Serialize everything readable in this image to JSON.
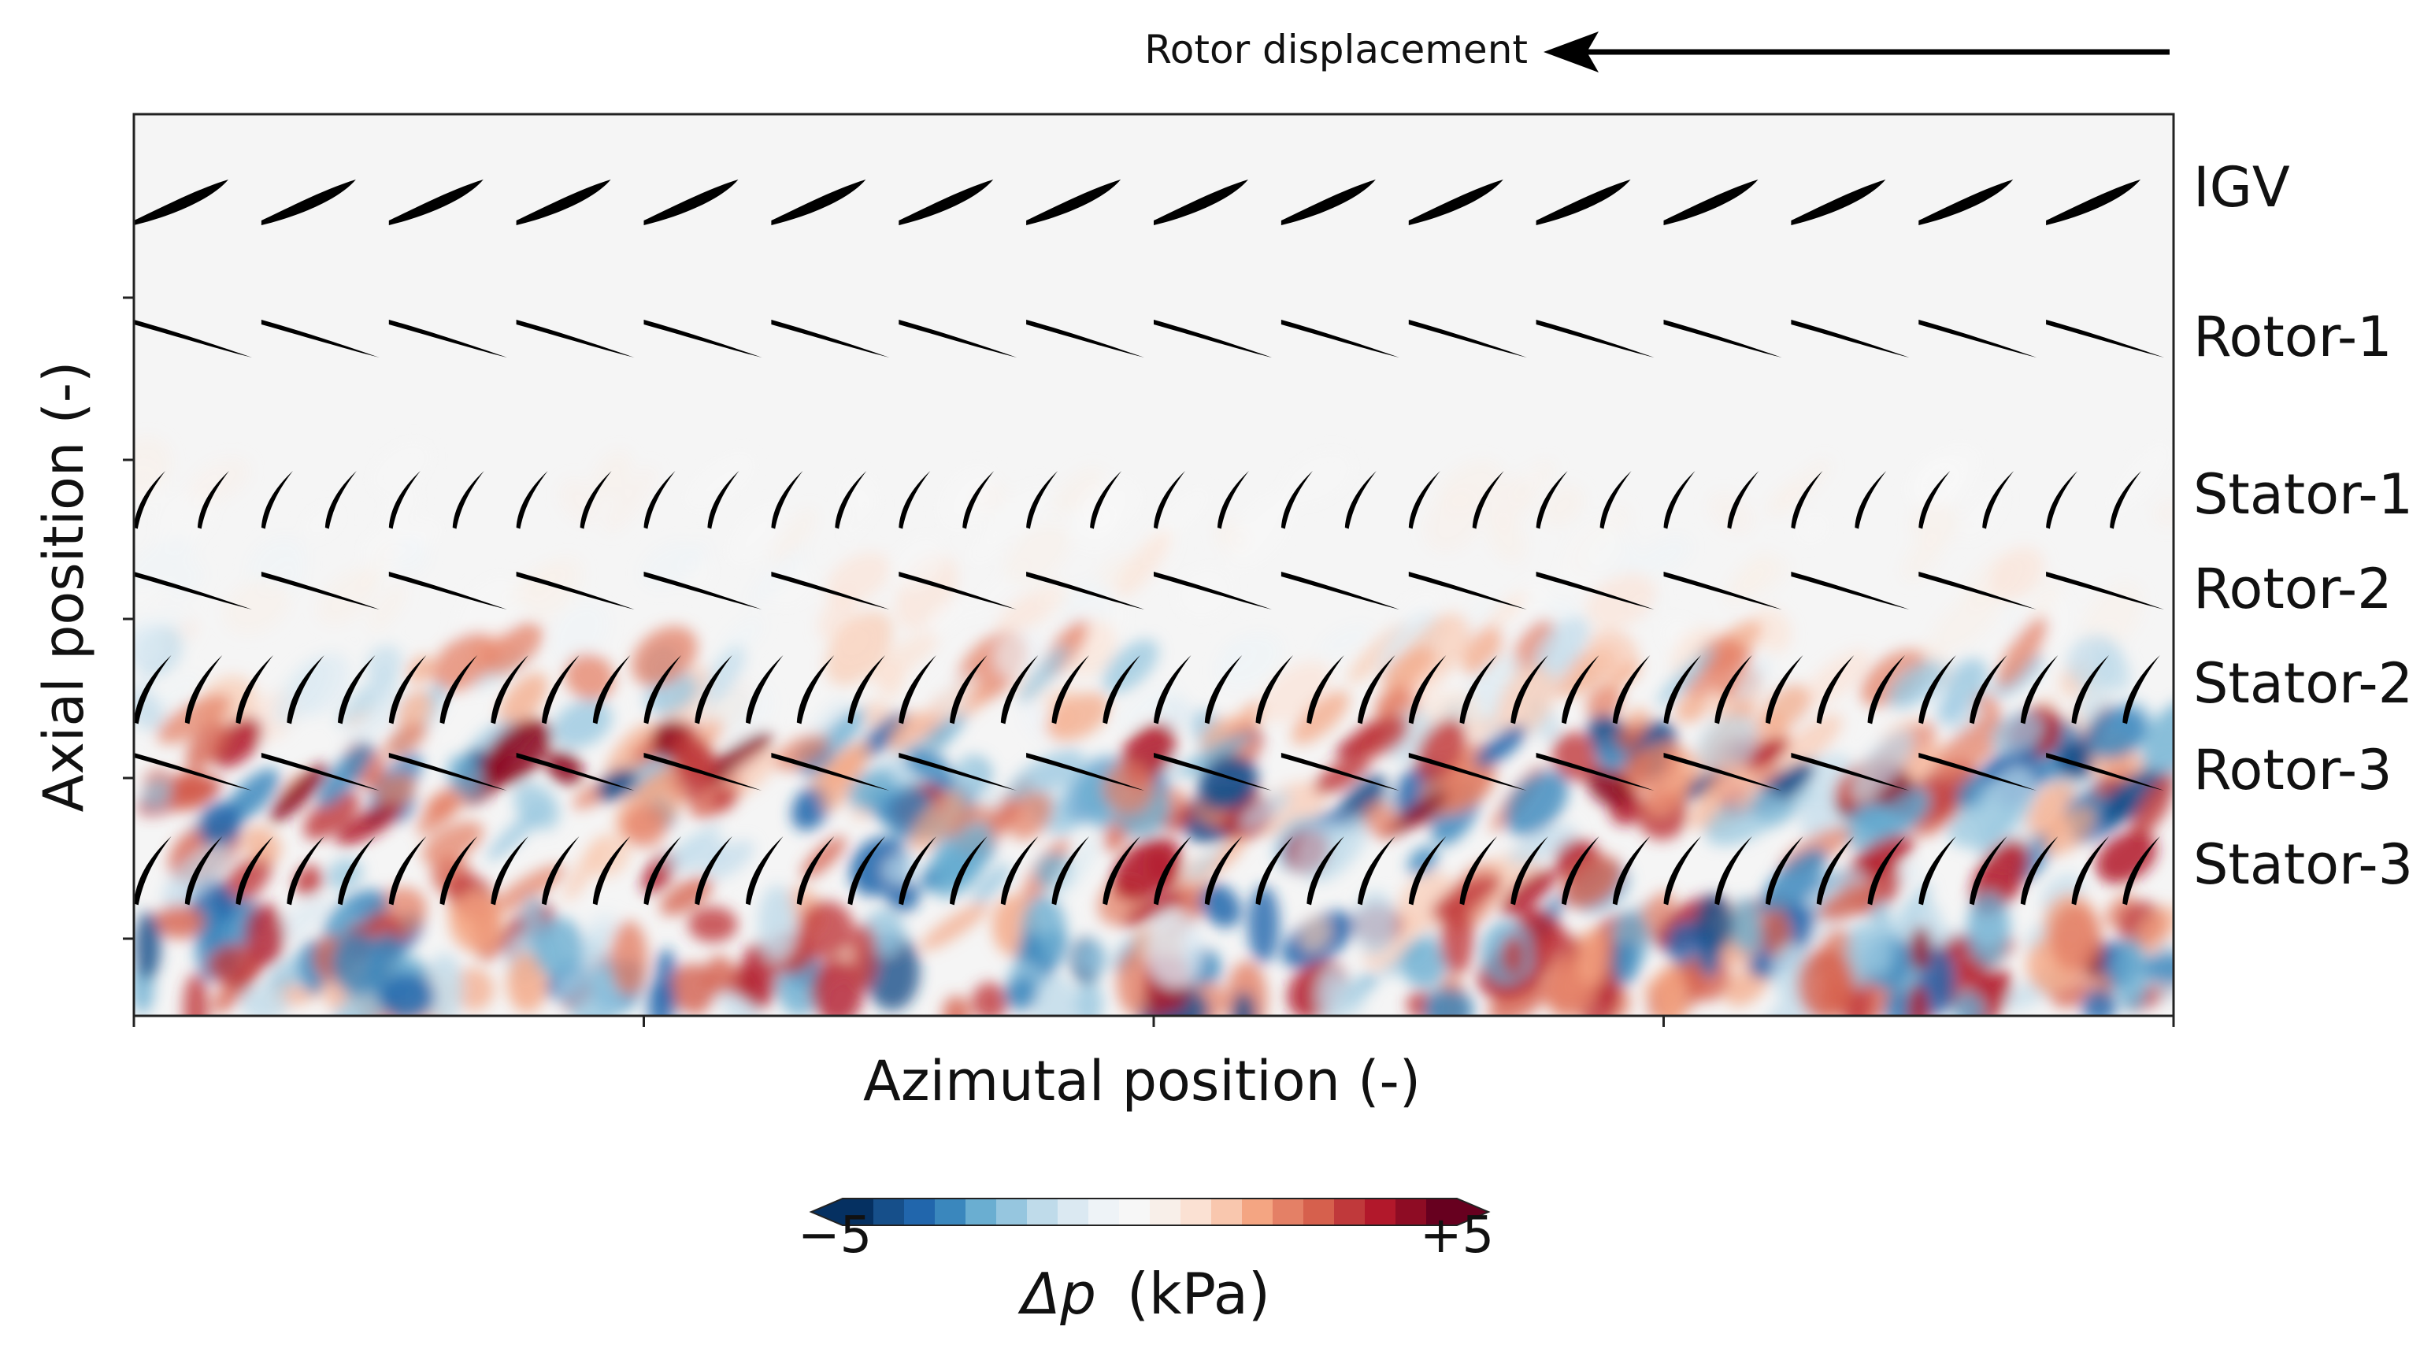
{
  "chart_data": {
    "type": "heatmap",
    "title": "",
    "xlabel": "Azimutal position (-)",
    "ylabel": "Axial position (-)",
    "annotation": "Rotor displacement",
    "annotation_direction": "left",
    "rows": [
      {
        "name": "IGV",
        "blades": 16,
        "kind": "igv",
        "fluct_level": 0.0
      },
      {
        "name": "Rotor-1",
        "blades": 16,
        "kind": "rotor",
        "fluct_level": 0.0
      },
      {
        "name": "Stator-1",
        "blades": 32,
        "kind": "stator",
        "fluct_level": 0.05
      },
      {
        "name": "Rotor-2",
        "blades": 16,
        "kind": "rotor",
        "fluct_level": 0.15
      },
      {
        "name": "Stator-2",
        "blades": 40,
        "kind": "stator",
        "fluct_level": 0.5
      },
      {
        "name": "Rotor-3",
        "blades": 16,
        "kind": "rotor",
        "fluct_level": 0.9
      },
      {
        "name": "Stator-3",
        "blades": 40,
        "kind": "stator",
        "fluct_level": 0.8
      }
    ],
    "colorbar": {
      "label_symbol": "Δp",
      "label_unit": "(kPa)",
      "min_label": "−5",
      "max_label": "+5",
      "range": [
        -5,
        5
      ],
      "levels": 20,
      "extend": "both",
      "colors": [
        "#053061",
        "#164f8a",
        "#2166ac",
        "#3a87bd",
        "#6aaed1",
        "#96c6df",
        "#bfdbea",
        "#dbe9f2",
        "#eef3f7",
        "#f7f7f7",
        "#f8efe9",
        "#fbe1d3",
        "#f9c7ae",
        "#f4a582",
        "#e48066",
        "#d6604d",
        "#c0393b",
        "#b2182b",
        "#8e0c24",
        "#67001f"
      ]
    },
    "background_color": "#f5f5f5"
  }
}
